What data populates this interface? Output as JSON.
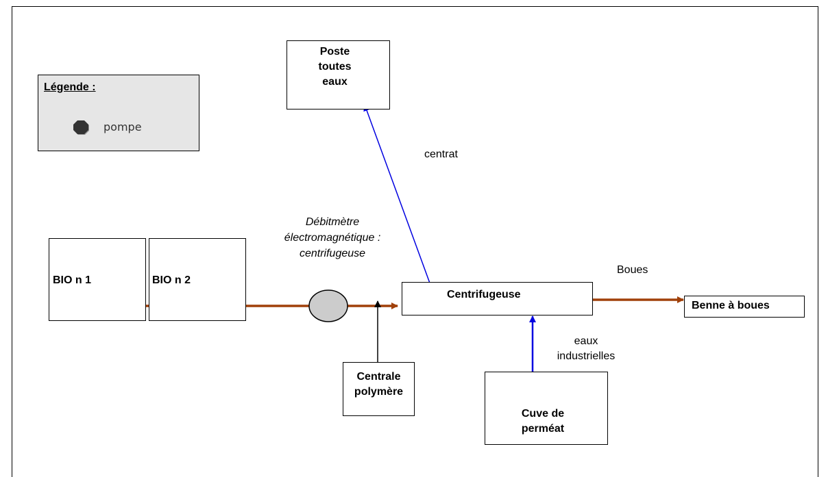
{
  "legend": {
    "title": "Légende :",
    "pump_label": "pompe"
  },
  "nodes": {
    "poste": "Poste\ntoutes\neaux",
    "bio1": "BIO n 1",
    "bio2": "BIO n 2",
    "centrifugeuse": "Centrifugeuse",
    "benne": "Benne à boues",
    "centrale": "Centrale\npolymère",
    "cuve": "Cuve de\nperméat"
  },
  "labels": {
    "centrat": "centrat",
    "debitmetre": "Débitmètre\nélectromagnétique :\ncentrifugeuse",
    "boues": "Boues",
    "eaux": "eaux\nindustrielles"
  },
  "colors": {
    "sludge_flow": "#a0400a",
    "water_flow": "#0000e0",
    "flowmeter": "#cccccc",
    "legend_bg": "#e6e6e6"
  }
}
